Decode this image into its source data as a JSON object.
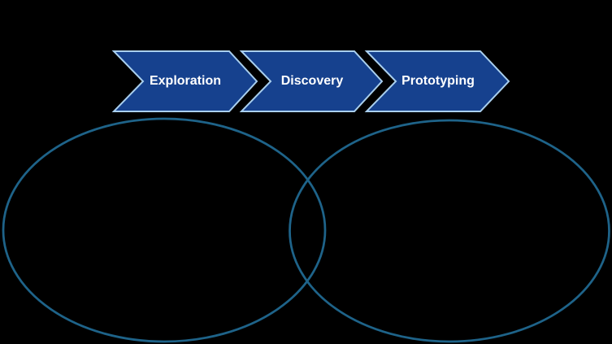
{
  "page": {
    "background": "#000000"
  },
  "process_flow": {
    "steps": [
      {
        "label": "Exploration"
      },
      {
        "label": "Discovery"
      },
      {
        "label": "Prototyping"
      }
    ],
    "colors": {
      "fill": "#16418e",
      "border": "#a9cfee",
      "text": "#ffffff"
    }
  },
  "venn": {
    "stroke": "#1e6389",
    "circle_count": 2
  }
}
